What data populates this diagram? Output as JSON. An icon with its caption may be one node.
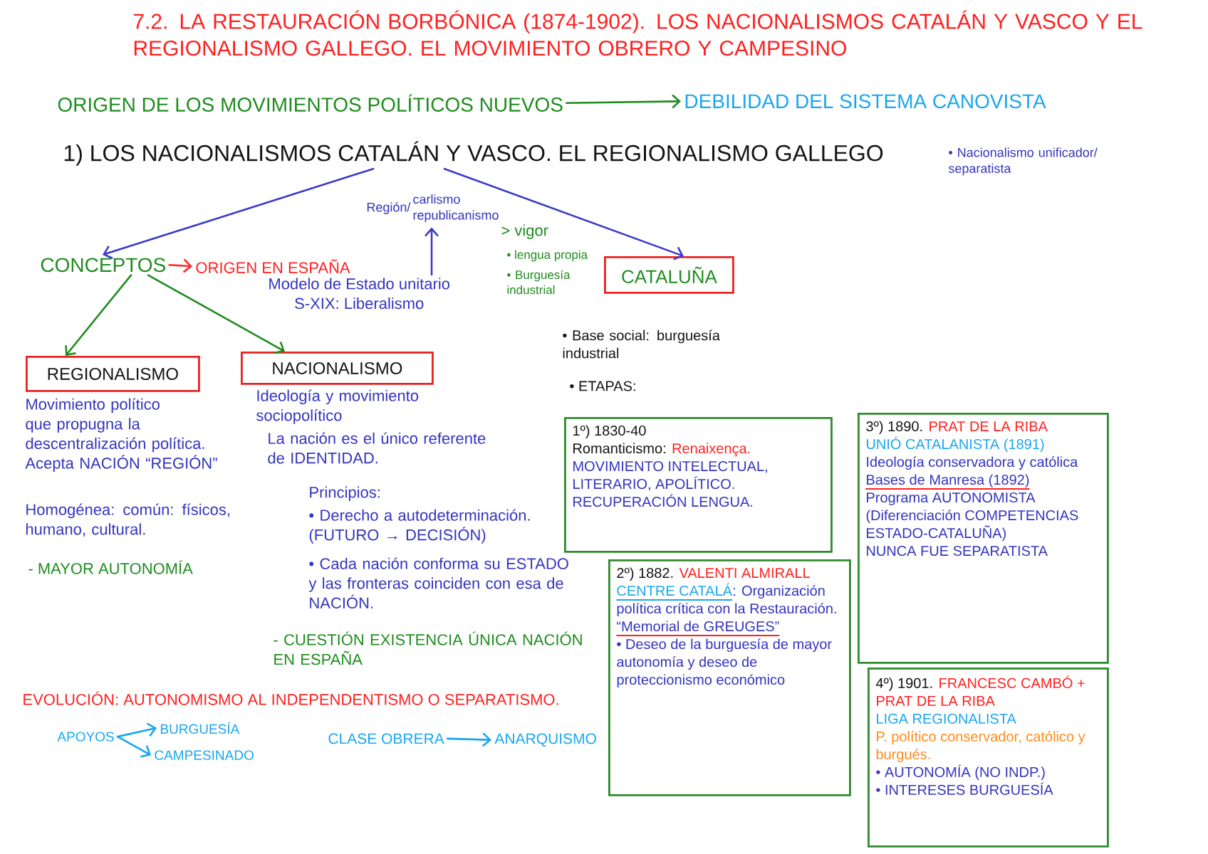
{
  "diagram": {
    "title": "7.2. LA RESTAURACIÓN BORBÓNICA (1874-1902). LOS NACIONALISMOS CATALÁN Y VASCO Y EL REGIONALISMO GALLEGO. EL MOVIMIENTO OBRERO Y CAMPESINO",
    "nodes": [
      {
        "text": [
          "ORIGEN DE LOS MOVIMIENTOS POLÍTICOS NUEVOS"
        ]
      },
      {
        "text": [
          "DEBILIDAD DEL SISTEMA CANOVISTA"
        ]
      },
      {
        "text": [
          "1) LOS NACIONALISMOS CATALÁN Y VASCO. EL REGIONALISMO GALLEGO"
        ]
      },
      {
        "text": [
          "Región/",
          "carlismo",
          "republicanismo"
        ]
      },
      {
        "text": [
          "CONCEPTOS"
        ]
      },
      {
        "text": [
          "ORIGEN EN ESPAÑA"
        ]
      },
      {
        "text": [
          "Modelo de Estado unitario",
          "S-XIX: Liberalismo"
        ]
      },
      {
        "text": [
          "CATALUÑA"
        ],
        "beside": [
          "• Base social: burguesía industrial",
          "• ETAPAS:"
        ]
      },
      {
        "text": [
          "REGIONALISMO"
        ],
        "beside": [
          "Movimiento político que propugna la descentralización política. Acepta NACIÓN “REGIÓN”",
          "Homogénea: común: físicos, humano, cultural.",
          "- MAYOR AUTONOMÍA"
        ]
      },
      {
        "text": [
          "NACIONALISMO"
        ],
        "beside": [
          "Ideología y movimiento sociopolítico",
          "La nación es el único referente de IDENTIDAD.",
          "Principios:",
          "• Derecho a autodeterminación. (FUTURO → DECISIÓN)",
          "• Cada nación conforma su ESTADO y las fronteras coinciden con esa de NACIÓN.",
          "- CUESTIÓN EXISTENCIA ÚNICA NACIÓN EN ESPAÑA"
        ]
      },
      {
        "text": [
          "1º) 1830-40",
          "Romanticismo:",
          "Renaixença.",
          "MOVIMIENTO INTELECTUAL, LITERARIO, APOLÍTICO. RECUPERACIÓN LENGUA."
        ]
      },
      {
        "text": [
          "3º) 1890.",
          "PRAT DE LA RIBA",
          "UNIÓ CATALANISTA (1891)",
          "Ideología conservadora y católica",
          "Bases de Manresa (1892)",
          "Programa AUTONOMISTA (Diferenciación COMPETENCIAS ESTADO-CATALUÑA)",
          "NUNCA FUE SEPARATISTA"
        ]
      },
      {
        "text": [
          "2º) 1882.",
          "VALENTI ALMIRALL",
          "CENTRE CATALÁ",
          ": Organización política crítica con la Restauración.",
          "“Memorial de GREUGES”",
          "• Deseo de la burguesía de mayor autonomía y deseo de proteccionismo económico"
        ]
      },
      {
        "text": [
          "4º) 1901.",
          "FRANCESC CAMBÓ + PRAT DE LA RIBA",
          "LIGA REGIONALISTA",
          "P. político conservador, católico y burgués.",
          "• AUTONOMÍA (NO INDP.)",
          "• INTERESES BURGUESÍA"
        ]
      },
      {
        "text": [
          "APOYOS"
        ]
      },
      {
        "text": [
          "BURGUESÍA"
        ]
      },
      {
        "text": [
          "CAMPESINADO"
        ]
      },
      {
        "text": [
          "CLASE OBRERA"
        ]
      },
      {
        "text": [
          "ANARQUISMO"
        ]
      }
    ],
    "edges": [
      {
        "from": 0,
        "to": 1,
        "arrow": "to"
      },
      {
        "from": 2,
        "to": 4,
        "arrow": "to",
        "color": "#3a3ac8"
      },
      {
        "from": 2,
        "to": 7,
        "arrow": "to",
        "color": "#3a3ac8"
      },
      {
        "from": 4,
        "to": 5,
        "arrow": "to",
        "color": "#ff2a2a"
      },
      {
        "from": 6,
        "to": 3,
        "arrow": "to",
        "color": "#3a3ac8"
      },
      {
        "from": 4,
        "to": 8,
        "arrow": "to"
      },
      {
        "from": 4,
        "to": 9,
        "arrow": "to"
      },
      {
        "from": 14,
        "to": 15,
        "arrow": "to",
        "color": "#18a6ee"
      },
      {
        "from": 14,
        "to": 16,
        "arrow": "to",
        "color": "#18a6ee"
      },
      {
        "from": 17,
        "to": 18,
        "arrow": "to",
        "color": "#18a6ee"
      }
    ],
    "labels": [
      "• Nacionalismo unificador/ separatista",
      "> vigor",
      "• lengua propia",
      "• Burguesía industrial",
      "EVOLUCIÓN: AUTONOMISMO AL INDEPENDENTISMO O SEPARATISMO."
    ]
  }
}
